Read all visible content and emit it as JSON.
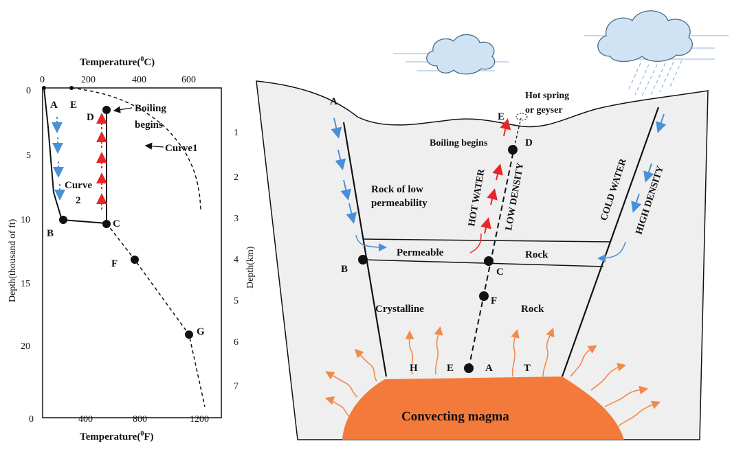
{
  "left_plot": {
    "top_axis_title": "Temperature(",
    "top_axis_title_sup": "0",
    "top_axis_title_end": "C)",
    "top_ticks": [
      "0",
      "200",
      "400",
      "600"
    ],
    "bottom_axis_title": "Temperature(",
    "bottom_axis_title_sup": "0",
    "bottom_axis_title_end": "F)",
    "bottom_ticks": [
      "0",
      "400",
      "800",
      "1200"
    ],
    "left_axis_title": "Depth(thousand of ft)",
    "left_ticks": [
      "0",
      "5",
      "10",
      "15",
      "20"
    ],
    "right_axis_title": "Depth(km)",
    "right_ticks": [
      "1",
      "2",
      "3",
      "4",
      "5",
      "6",
      "7"
    ],
    "labels": {
      "A": "A",
      "E": "E",
      "D": "D",
      "B": "B",
      "C": "C",
      "F": "F",
      "G": "G",
      "boiling_1": "Boiling",
      "boiling_2": "begins",
      "curve1": "Curve1",
      "curve2_1": "Curve",
      "curve2_2": "2"
    }
  },
  "cross_section": {
    "A_left": "A",
    "hot_spring_1": "Hot spring",
    "hot_spring_2": "or geyser",
    "E_top": "E",
    "boiling_begins": "Boiling begins",
    "D": "D",
    "hot_water": "HOT WATER",
    "low_density": "LOW DENSITY",
    "cold_water": "COLD WATER",
    "high_density": "HIGH DENSITY",
    "rock_low_1": "Rock of low",
    "rock_low_2": "permeability",
    "permeable": "Permeable",
    "rock_right": "Rock",
    "B": "B",
    "C": "C",
    "F": "F",
    "crystalline": "Crystalline",
    "rock_lower": "Rock",
    "H": "H",
    "E_bottom": "E",
    "A_bottom": "A",
    "T": "T",
    "magma": "Convecting magma"
  },
  "colors": {
    "rock": "#efefef",
    "magma": "#f47a3c",
    "cold_arrow": "#4a90d9",
    "hot_arrow": "#e8262a",
    "heat_arrow": "#f28a4a",
    "cloud": "#cfe3f4",
    "rain": "#8fb6d9"
  }
}
